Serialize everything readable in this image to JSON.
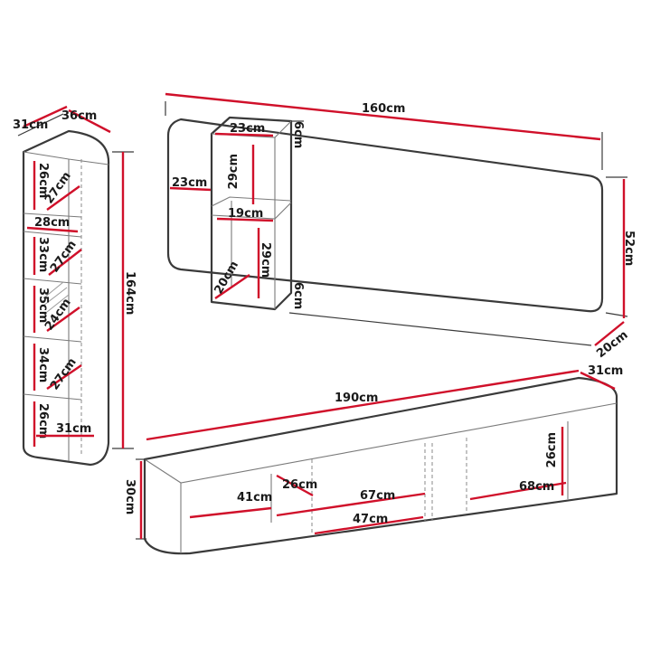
{
  "colors": {
    "dimension_line": "#d0102a",
    "outline": "#3a3a3a"
  },
  "tall_cabinet": {
    "depth": "31cm",
    "width": "36cm",
    "height": "164cm",
    "compartments": [
      {
        "height": "26cm",
        "diag": "27cm"
      },
      {
        "height": "33cm",
        "diag": "27cm"
      },
      {
        "height": "35cm",
        "diag": "24cm"
      },
      {
        "height": "34cm",
        "diag": "27cm"
      },
      {
        "height": "26cm",
        "diag": "31cm"
      }
    ],
    "inner_width": "28cm"
  },
  "wall_panel": {
    "width": "160cm",
    "height": "52cm",
    "depth": "20cm",
    "left_offset": "23cm",
    "shelf": {
      "top_width": "23cm",
      "side_top": "6cm",
      "upper_height": "29cm",
      "inner_width": "19cm",
      "lower_height": "29cm",
      "depth": "20cm",
      "side_bottom": "6cm"
    }
  },
  "tv_stand": {
    "width": "190cm",
    "depth": "31cm",
    "height": "30cm",
    "left_width": "41cm",
    "left_depth": "26cm",
    "middle_width": "67cm",
    "middle_inner": "47cm",
    "right_width": "68cm",
    "right_height": "26cm"
  }
}
